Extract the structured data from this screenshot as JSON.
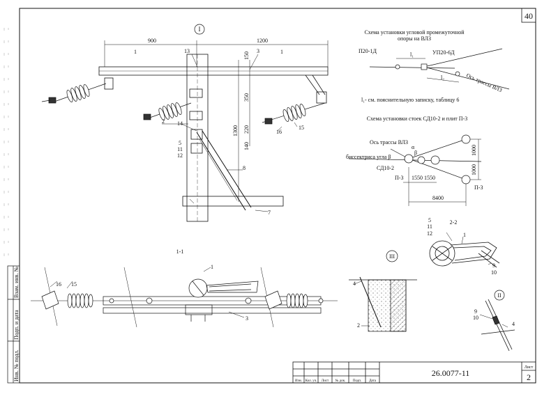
{
  "sheet": {
    "page_number": "40",
    "drawing_code": "26.0077-11",
    "sheet_label": "Лист",
    "sheet_number": "2"
  },
  "title_block": {
    "columns": [
      "Изм.",
      "Кол. уч.",
      "Лист",
      "№ док.",
      "Подп.",
      "Дата"
    ]
  },
  "side_stamp": [
    "Взам. инв. №",
    "Подп. и дата",
    "Инв. № подл."
  ],
  "main_view": {
    "circle_label": "I",
    "dims": [
      "900",
      "1200",
      "150",
      "350",
      "220",
      "140",
      "1300"
    ],
    "section_marks": [
      "1",
      "1"
    ],
    "callouts": [
      "13",
      "3",
      "2",
      "14",
      "5",
      "11",
      "12",
      "8",
      "16",
      "15",
      "7"
    ]
  },
  "scheme1": {
    "title_line1": "Схема установки угловой промежуточной",
    "title_line2": "опоры на ВЛЗ",
    "label_p": "П20-1Д",
    "label_up": "УП20-6Д",
    "axis": "Ось трассы ВЛЗ",
    "l1": "l₁",
    "l2": "l₂",
    "note": "l₁- см. пояснительную записку, таблицу 6"
  },
  "scheme2": {
    "title": "Схема установки стоек СД10-2 и плит П-3",
    "axis": "Ось трассы ВЛЗ",
    "bisector": "биссектриса угла β",
    "angle_a": "α",
    "angle_b": "β",
    "post": "СД10-2",
    "plate_left": "П-3",
    "plate_right": "П-3",
    "dim_1000a": "1000",
    "dim_1000b": "1000",
    "dim_1550a": "1550",
    "dim_1550b": "1550",
    "dim_8400": "8400"
  },
  "section11": {
    "title": "1-1",
    "callouts": [
      "16",
      "15",
      "1",
      "3"
    ]
  },
  "view2": {
    "title": "2-2",
    "callouts": [
      "5",
      "11",
      "12",
      "1",
      "9",
      "10"
    ]
  },
  "view3": {
    "circle_label": "III",
    "callouts": [
      "4",
      "2"
    ]
  },
  "view4": {
    "circle_label": "II",
    "callouts": [
      "9",
      "10",
      "4"
    ]
  }
}
